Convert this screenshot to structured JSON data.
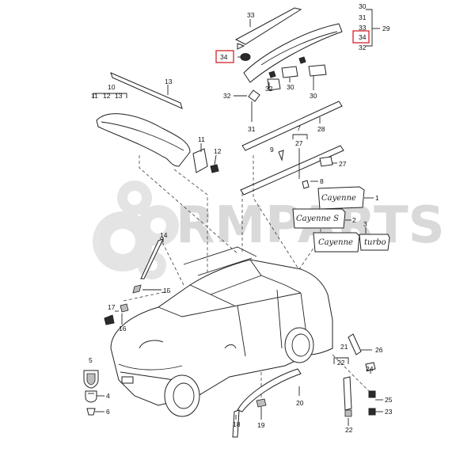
{
  "watermark": {
    "text": "RMPARTS"
  },
  "badges": {
    "b1": "Cayenne",
    "b2": "Cayenne S",
    "b3a": "Cayenne",
    "b3b": "turbo"
  },
  "callouts": {
    "c30": "30",
    "c31": "31",
    "c33a": "33",
    "c34a": "34",
    "c32a": "32",
    "c29": "29",
    "c33b": "33",
    "c34b": "34",
    "c10": "10",
    "c11a": "11",
    "c12a": "12",
    "c13a": "13",
    "c13b": "13",
    "c32b": "32",
    "c32c": "32",
    "c31b": "31",
    "c30b": "30",
    "c28": "28",
    "c7": "7",
    "c27a": "27",
    "c9": "9",
    "c27b": "27",
    "c8": "8",
    "c11b": "11",
    "c12b": "12",
    "c1": "1",
    "c2": "2",
    "c3": "3",
    "c14": "14",
    "c15": "15",
    "c17": "17",
    "c16": "16",
    "c5": "5",
    "c4": "4",
    "c6": "6",
    "c21": "21",
    "c26": "26",
    "c22a": "22",
    "c24": "24",
    "c25": "25",
    "c23": "23",
    "c22b": "22",
    "c20": "20",
    "c18": "18",
    "c19": "19"
  },
  "highlight_color": "#d0101a"
}
